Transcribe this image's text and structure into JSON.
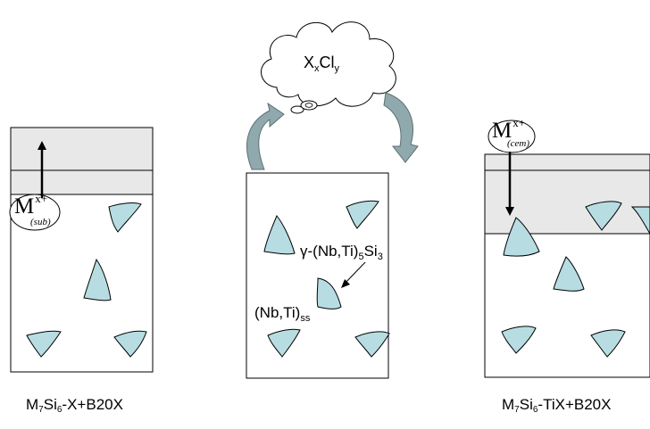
{
  "captions": {
    "left_pre": "M",
    "left_sub1": "7",
    "left_mid": "Si",
    "left_sub2": "6",
    "left_post": "-X+B20X",
    "right_pre": "M",
    "right_sub1": "7",
    "right_mid": "Si",
    "right_sub2": "6",
    "right_post": "-TiX+B20X"
  },
  "cloud": {
    "x": "X",
    "x_sub": "x",
    "cl": "Cl",
    "y_sub": "y"
  },
  "ion_sub": {
    "m": "M",
    "sup": "x+",
    "sub": "(sub)"
  },
  "ion_cem": {
    "m": "M",
    "sup": "x+",
    "sub": "(cem)"
  },
  "middle": {
    "gamma_pre": "γ-(Nb,Ti)",
    "gamma_sub1": "5",
    "gamma_si": "Si",
    "gamma_sub2": "3",
    "ss_pre": "(Nb,Ti)",
    "ss_sub": "ss"
  },
  "colors": {
    "grain": "#b7dde2",
    "layer": "#e8e8e8",
    "arrow": "#8fa9ad"
  }
}
